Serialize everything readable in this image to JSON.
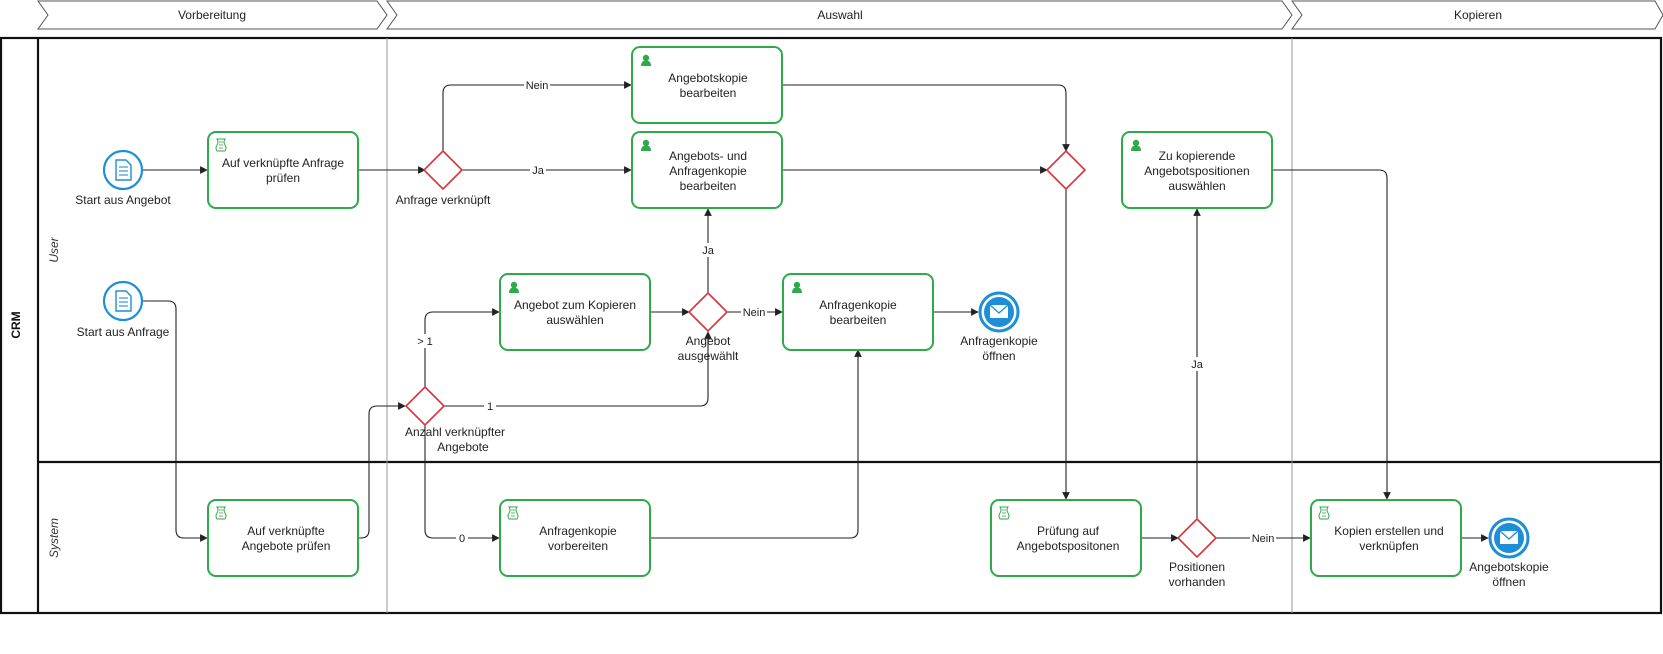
{
  "phases": [
    "Vorbereitung",
    "Auswahl",
    "Kopieren"
  ],
  "pool": "CRM",
  "lanes": [
    "User",
    "System"
  ],
  "events": {
    "start_angebot": "Start aus Angebot",
    "start_anfrage": "Start aus Anfrage",
    "end_anfragenkopie": [
      "Anfragenkopie",
      "öffnen"
    ],
    "end_angebotskopie": [
      "Angebotskopie",
      "öffnen"
    ]
  },
  "tasks": {
    "anfrage_pruefen": [
      "Auf verknüpfte Anfrage",
      "prüfen"
    ],
    "angebotskopie_bearbeiten": [
      "Angebotskopie",
      "bearbeiten"
    ],
    "angebots_anfragenkopie": [
      "Angebots- und",
      "Anfragenkopie",
      "bearbeiten"
    ],
    "angebot_auswaehlen": [
      "Angebot zum Kopieren",
      "auswählen"
    ],
    "anfragenkopie_bearbeiten": [
      "Anfragenkopie",
      "bearbeiten"
    ],
    "positionen_auswaehlen": [
      "Zu kopierende",
      "Angebotspositionen",
      "auswählen"
    ],
    "angebote_pruefen": [
      "Auf verknüpfte",
      "Angebote prüfen"
    ],
    "anfragenkopie_vorbereiten": [
      "Anfragenkopie",
      "vorbereiten"
    ],
    "pruefung_positionen": [
      "Prüfung auf",
      "Angebotspositonen"
    ],
    "kopien_erstellen": [
      "Kopien erstellen und",
      "verknüpfen"
    ]
  },
  "gateways": {
    "anfrage_verknuepft": [
      "Anfrage verknüpft"
    ],
    "angebot_ausgewaehlt": [
      "Angebot",
      "ausgewählt"
    ],
    "anzahl_angebote": [
      "Anzahl verknüpfter",
      "Angebote"
    ],
    "positionen_vorhanden": [
      "Positionen",
      "vorhanden"
    ]
  },
  "flow_labels": {
    "nein_top": "Nein",
    "ja_mid": "Ja",
    "ja_up": "Ja",
    "nein_mid": "Nein",
    "gt1": "> 1",
    "one": "1",
    "zero": "0",
    "ja_right": "Ja",
    "nein_bottom": "Nein"
  },
  "colors": {
    "task_border": "#2eaa4a",
    "gateway_border": "#d9323a",
    "event_fill": "#1e8fd6"
  }
}
